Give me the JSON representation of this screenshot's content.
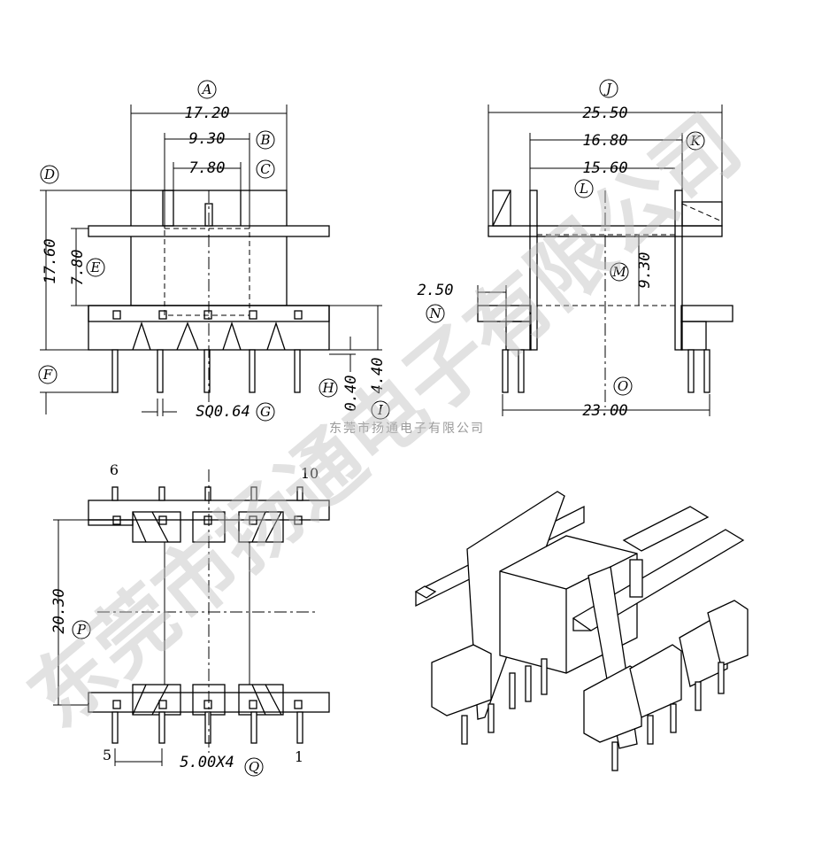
{
  "dimensions": {
    "A": {
      "letter": "A",
      "value": "17.20"
    },
    "B": {
      "letter": "B",
      "value": "9.30"
    },
    "C": {
      "letter": "C",
      "value": "7.80"
    },
    "D": {
      "letter": "D",
      "value": "17.60"
    },
    "E": {
      "letter": "E",
      "value": "7.80"
    },
    "F": {
      "letter": "F"
    },
    "G": {
      "letter": "G",
      "value": "SQ0.64"
    },
    "H": {
      "letter": "H",
      "value": "0.40"
    },
    "I": {
      "letter": "I",
      "value": "4.40"
    },
    "J": {
      "letter": "J",
      "value": "25.50"
    },
    "K": {
      "letter": "K",
      "value": "16.80"
    },
    "L": {
      "letter": "L",
      "value": "15.60"
    },
    "M": {
      "letter": "M",
      "value": "9.30"
    },
    "N": {
      "letter": "N",
      "value": "2.50"
    },
    "O": {
      "letter": "O",
      "value": "23.00"
    },
    "P": {
      "letter": "P",
      "value": "20.30"
    },
    "Q": {
      "letter": "Q",
      "value": "5.00X4"
    }
  },
  "pin_numbers": {
    "top_left": "6",
    "top_right": "10",
    "bottom_left": "5",
    "bottom_right": "1"
  },
  "watermark": {
    "small": "东莞市扬通电子有限公司",
    "large": "东莞市扬通电子有限公司"
  }
}
